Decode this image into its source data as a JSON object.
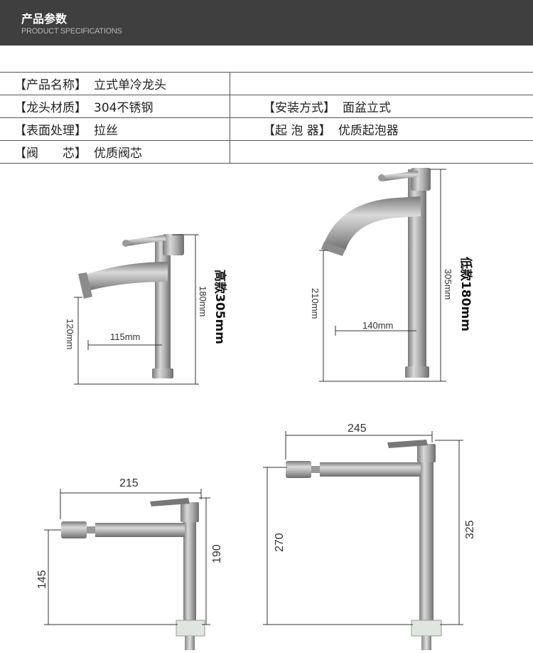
{
  "header": {
    "title": "产品参数",
    "subtitle": "PRODUCT SPECIFICATIONS"
  },
  "specs": {
    "rows": [
      {
        "left_key": "【产品名称】",
        "left_value": "立式单冷龙头",
        "right_key": "",
        "right_value": ""
      },
      {
        "left_key": "【龙头材质】",
        "left_value": "304不锈钢",
        "right_key": "【安装方式】",
        "right_value": "面盆立式"
      },
      {
        "left_key": "【表面处理】",
        "left_value": "拉丝",
        "right_key": "【起 泡 器】",
        "right_value": "优质起泡器"
      },
      {
        "left_key": "【阀　　芯】",
        "left_value": "优质阀芯",
        "right_key": "",
        "right_value": ""
      }
    ]
  },
  "diagram1": {
    "height_label": "180mm",
    "spout_height_label": "120mm",
    "reach_label": "115mm",
    "model_label": "高款305mm"
  },
  "diagram2": {
    "height_label": "305mm",
    "spout_height_label": "210mm",
    "reach_label": "140mm",
    "model_label": "低款180mm"
  },
  "diagram3": {
    "width_label": "215",
    "height_label": "190",
    "spout_height_label": "145"
  },
  "diagram4": {
    "width_label": "245",
    "height_label": "325",
    "spout_height_label": "270"
  },
  "colors": {
    "header_bg": "#3f3f3f",
    "steel": "#a8a8a8",
    "dimension_line": "#333333"
  }
}
